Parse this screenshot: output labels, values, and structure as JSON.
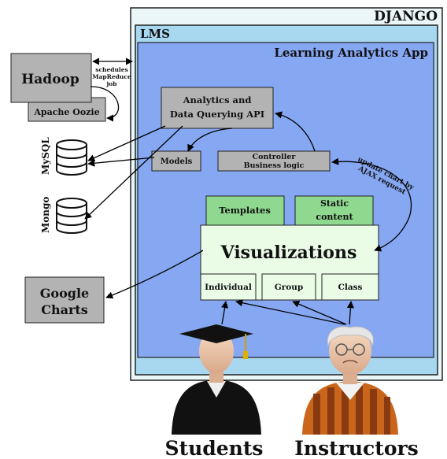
{
  "containers": {
    "django": "DJANGO",
    "lms": "LMS",
    "app": "Learning Analytics App"
  },
  "external": {
    "hadoop": "Hadoop",
    "oozie": "Apache Oozie",
    "oozie_note": [
      "schedules",
      "MapReduce",
      "job"
    ],
    "mysql": "MySQL",
    "mongo": "Mongo",
    "google_charts": [
      "Google",
      "Charts"
    ]
  },
  "components": {
    "api": [
      "Analytics and",
      "Data Querying API"
    ],
    "models": "Models",
    "controller": [
      "Controller",
      "Business logic"
    ],
    "templates": "Templates",
    "static_content": [
      "Static",
      "content"
    ],
    "visualizations": "Visualizations",
    "individual": "Individual",
    "group": "Group",
    "class": "Class"
  },
  "annotations": {
    "ajax": [
      "update chart by",
      "AJAX request"
    ]
  },
  "users": {
    "students": "Students",
    "instructors": "Instructors"
  },
  "colors": {
    "django_bg": "#eaf6f8",
    "lms_bg": "#a8d8f0",
    "app_bg": "#86a7f2",
    "gray_box": "#b3b3b3",
    "green_box": "#8fd88f",
    "light_green": "#eafce6"
  }
}
